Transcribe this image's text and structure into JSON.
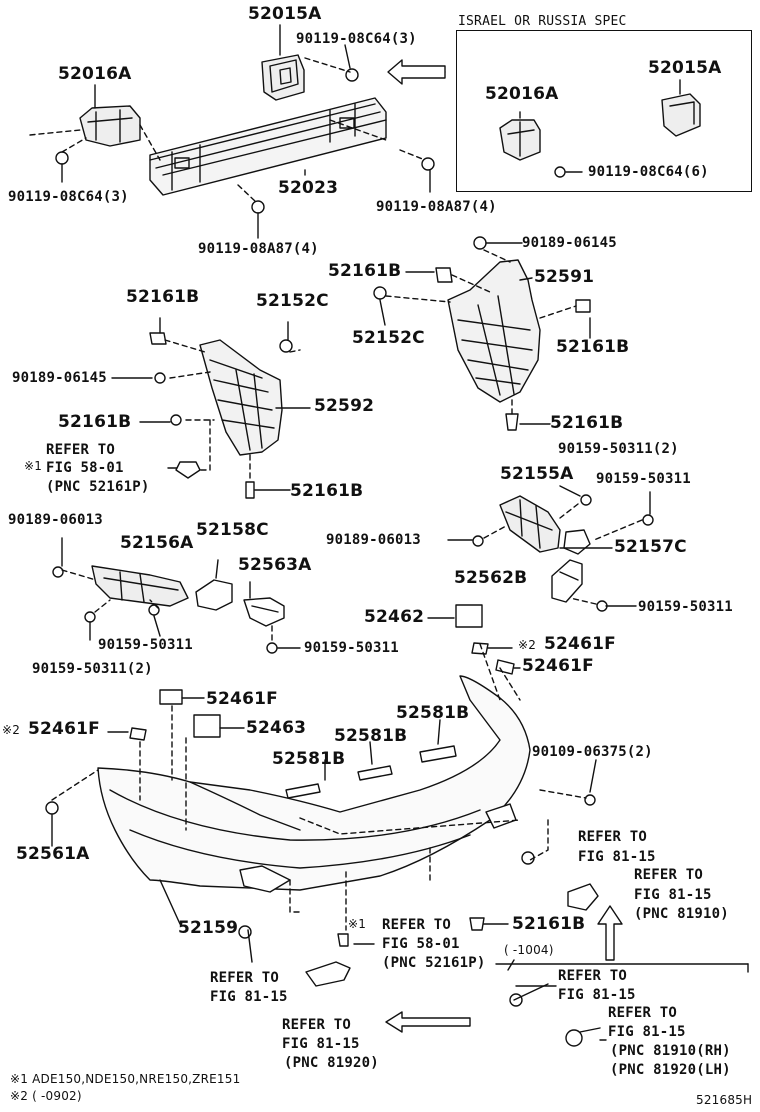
{
  "spec_box": {
    "title": "ISRAEL OR RUSSIA SPEC"
  },
  "parts": {
    "p52015A": "52015A",
    "p52016A": "52016A",
    "p52023": "52023",
    "p90119_08C64_3": "90119-08C64(3)",
    "p90119_08A87_4": "90119-08A87(4)",
    "p90119_08C64_6": "90119-08C64(6)",
    "p90189_06145": "90189-06145",
    "p52161B": "52161B",
    "p52591": "52591",
    "p52152C": "52152C",
    "p52592": "52592",
    "p90159_50311_2": "90159-50311(2)",
    "p90159_50311": "90159-50311",
    "p52155A": "52155A",
    "p90189_06013": "90189-06013",
    "p52156A": "52156A",
    "p52158C": "52158C",
    "p52157C": "52157C",
    "p52563A": "52563A",
    "p52562B": "52562B",
    "p52462": "52462",
    "p52461F": "52461F",
    "p52463": "52463",
    "p52581B": "52581B",
    "p90109_06375_2": "90109-06375(2)",
    "p52561A": "52561A",
    "p52159": "52159"
  },
  "refs": {
    "refer_to": "REFER TO",
    "fig_58_01": "FIG 58-01",
    "pnc_52161P": "(PNC 52161P)",
    "fig_81_15": "FIG 81-15",
    "pnc_81910": "(PNC 81910)",
    "pnc_81920": "(PNC 81920)",
    "pnc_81910_rh": "(PNC 81910(RH)",
    "pnc_81920_lh": "(PNC 81920(LH)",
    "date_1004": "(  -1004)"
  },
  "marks": {
    "m1": "※1",
    "m2": "※2"
  },
  "footnotes": {
    "note1": "※1 ADE150,NDE150,NRE150,ZRE151",
    "note2": "※2 (     -0902)"
  },
  "diagram_id": "521685H"
}
